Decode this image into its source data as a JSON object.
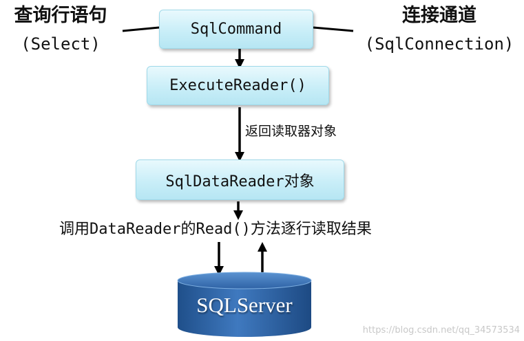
{
  "left_label": {
    "cn": "查询行语句",
    "en": "(Select)"
  },
  "right_label": {
    "cn": "连接通道",
    "en": "(SqlConnection)"
  },
  "nodes": {
    "sqlcommand": "SqlCommand",
    "executereader": "ExecuteReader()",
    "datareader": "SqlDataReader对象",
    "database": "SQLServer"
  },
  "edge_labels": {
    "return_reader": "返回读取器对象",
    "read_loop": "调用DataReader的Read()方法逐行读取结果"
  },
  "watermark": "https://blog.csdn.net/qq_34573534"
}
